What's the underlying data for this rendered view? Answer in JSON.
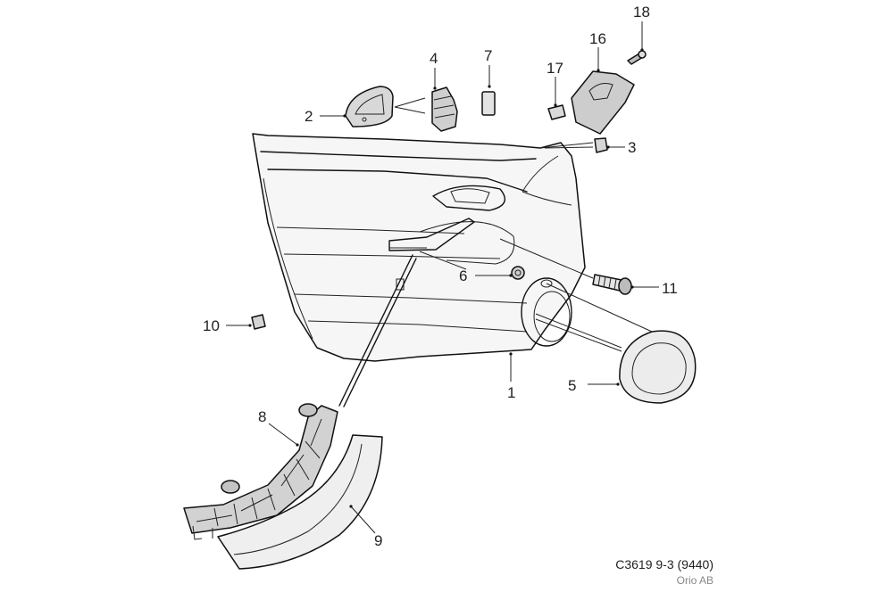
{
  "diagram": {
    "callouts": [
      {
        "id": "c1",
        "label": "1"
      },
      {
        "id": "c2",
        "label": "2"
      },
      {
        "id": "c3",
        "label": "3"
      },
      {
        "id": "c4",
        "label": "4"
      },
      {
        "id": "c5",
        "label": "5"
      },
      {
        "id": "c6",
        "label": "6"
      },
      {
        "id": "c7",
        "label": "7"
      },
      {
        "id": "c8",
        "label": "8"
      },
      {
        "id": "c9",
        "label": "9"
      },
      {
        "id": "c10",
        "label": "10"
      },
      {
        "id": "c11",
        "label": "11"
      },
      {
        "id": "c16",
        "label": "16"
      },
      {
        "id": "c17",
        "label": "17"
      },
      {
        "id": "c18",
        "label": "18"
      }
    ],
    "caption": {
      "code": "C3619 9-3 (9440)",
      "publisher": "Orio AB"
    }
  }
}
